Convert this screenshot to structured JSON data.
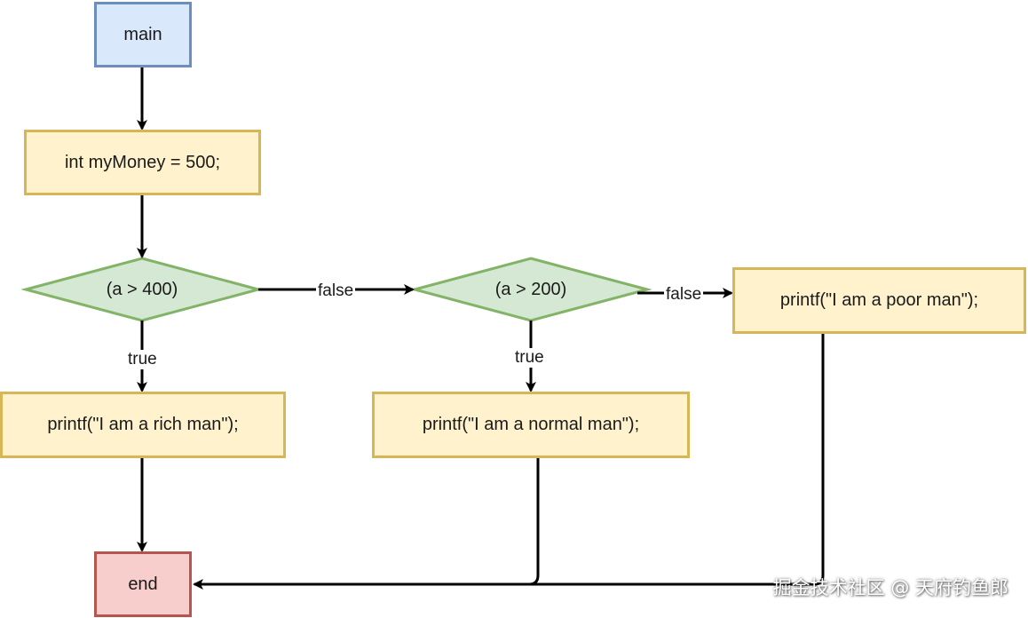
{
  "nodes": {
    "main": "main",
    "assign": "int myMoney = 500;",
    "cond1": "(a > 400)",
    "cond2": "(a > 200)",
    "rich": "printf(\"I am a rich man\");",
    "normal": "printf(\"I am a normal man\");",
    "poor": "printf(\"I am a poor man\");",
    "end": "end"
  },
  "edges": {
    "cond1_false": "false",
    "cond1_true": "true",
    "cond2_false": "false",
    "cond2_true": "true"
  },
  "watermark": "掘金技术社区 @ 天府钓鱼郎",
  "colors": {
    "start_fill": "#dae8fc",
    "start_stroke": "#6c8ebf",
    "process_fill": "#fff2cc",
    "process_stroke": "#d6b656",
    "decision_fill": "#d5e8d4",
    "decision_stroke": "#82b366",
    "end_fill": "#f8cecc",
    "end_stroke": "#b85450"
  }
}
